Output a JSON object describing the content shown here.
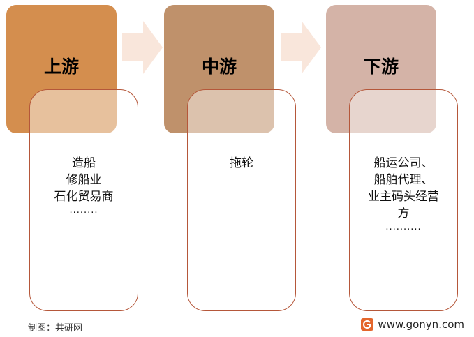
{
  "stages": [
    {
      "title": "上游",
      "color": "#d48e4e",
      "lines": [
        "造船",
        "修船业",
        "石化贸易商",
        "........"
      ]
    },
    {
      "title": "中游",
      "color": "#bf916b",
      "lines": [
        "拖轮"
      ]
    },
    {
      "title": "下游",
      "color": "#d4b3a7",
      "lines": [
        "船运公司、",
        "船舶代理、",
        "业主码头经营",
        "方",
        ".........."
      ]
    }
  ],
  "arrow_color": "#f9e6db",
  "panel_border_color": "#b5573a",
  "footer": {
    "source": "制图：共研网",
    "website": "www.gonyn.com",
    "logo_icon": "gonyn-logo-icon"
  }
}
